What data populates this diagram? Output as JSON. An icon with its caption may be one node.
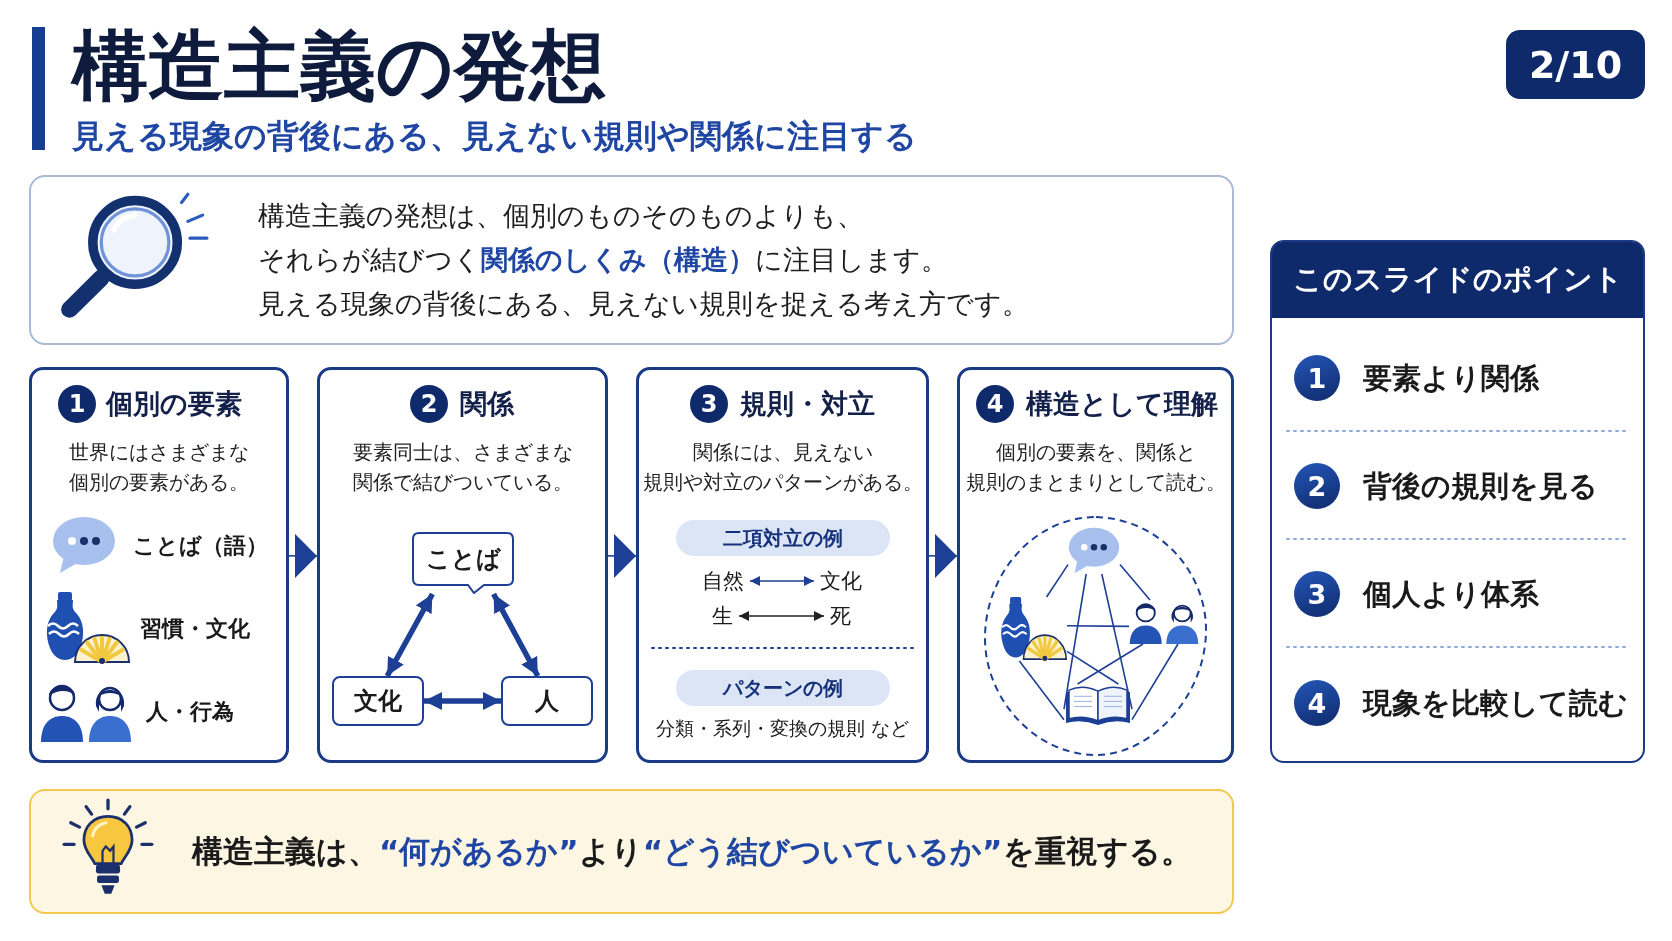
{
  "diagram": {
    "title": "構造主義の発想",
    "nodes": [
      {
        "text": [
          "2/10"
        ]
      },
      {
        "text": [
          "構造主義の発想は、個別のものそのものよりも、それらが結びつく**関係のしくみ（構造）**に注目します。見える現象の背後にある、見えない規則を捉える考え方です。"
        ]
      },
      {
        "text": [
          "個別の要素",
          "世界にはさまざまな個別の要素がある。",
          "ことば（語）",
          "習慣・文化",
          "人・行為"
        ]
      },
      {
        "text": [
          "1"
        ],
        "in": 2
      },
      {
        "text": [
          "関係",
          "要素同士は、さまざまな関係で結びついている。"
        ]
      },
      {
        "text": [
          "2"
        ],
        "in": 4
      },
      {
        "text": [
          "ことば"
        ],
        "in": 4
      },
      {
        "text": [
          "文化"
        ],
        "in": 4
      },
      {
        "text": [
          "人"
        ],
        "in": 4
      },
      {
        "text": [
          "規則・対立",
          "関係には、見えない規則や対立のパターンがある。",
          "分類・系列・変換の規則 など"
        ]
      },
      {
        "text": [
          "3"
        ],
        "in": 9
      },
      {
        "text": [
          "二項対立の例"
        ],
        "in": 9
      },
      {
        "text": [
          "自然"
        ],
        "in": 9
      },
      {
        "text": [
          "文化"
        ],
        "in": 9
      },
      {
        "text": [
          "生"
        ],
        "in": 9
      },
      {
        "text": [
          "死"
        ],
        "in": 9
      },
      {
        "text": [
          "パターンの例"
        ],
        "in": 9
      },
      {
        "text": [
          "構造として理解",
          "個別の要素を、関係と規則のまとまりとして読む。"
        ]
      },
      {
        "text": [
          "4"
        ],
        "in": 17
      },
      {
        "text": [],
        "shape": "picture",
        "in": 17
      },
      {
        "text": [],
        "shape": "picture",
        "in": 17
      },
      {
        "text": [],
        "shape": "picture",
        "in": 17
      },
      {
        "text": [],
        "shape": "picture",
        "in": 17
      },
      {
        "text": [
          "このスライドのポイント",
          "要素より関係",
          "背後の規則を見る",
          "個人より体系",
          "現象を比較して読む"
        ]
      },
      {
        "text": [
          "1"
        ],
        "in": 23
      },
      {
        "text": [
          "2"
        ],
        "in": 23
      },
      {
        "text": [
          "3"
        ],
        "in": 23
      },
      {
        "text": [
          "4"
        ],
        "in": 23
      },
      {
        "text": [
          "構造主義は、**“何があるか”**より**“どう結びついているか”**を重視する。"
        ]
      }
    ],
    "edges": [
      {
        "from": 2,
        "to": 4,
        "arrow": "to"
      },
      {
        "from": 4,
        "to": 9,
        "arrow": "to"
      },
      {
        "from": 9,
        "to": 17,
        "arrow": "to"
      },
      {
        "from": 6,
        "to": 7,
        "arrow": "both",
        "style": "thick"
      },
      {
        "from": 6,
        "to": 8,
        "arrow": "both",
        "style": "thick"
      },
      {
        "from": 7,
        "to": 8,
        "arrow": "both",
        "style": "thick"
      },
      {
        "from": 12,
        "to": 13,
        "arrow": "both"
      },
      {
        "from": 14,
        "to": 15,
        "arrow": "both",
        "color": "#222222"
      },
      {
        "from": 19,
        "to": 20,
        "arrow": "none"
      },
      {
        "from": 19,
        "to": 21,
        "arrow": "none"
      },
      {
        "from": 19,
        "to": 22,
        "arrow": "none"
      },
      {
        "from": 19,
        "to": 22,
        "arrow": "none"
      },
      {
        "from": 20,
        "to": 21,
        "arrow": "none"
      },
      {
        "from": 20,
        "to": 22,
        "arrow": "none"
      },
      {
        "from": 20,
        "to": 22,
        "arrow": "none"
      },
      {
        "from": 21,
        "to": 22,
        "arrow": "none"
      },
      {
        "from": 21,
        "to": 22,
        "arrow": "none"
      }
    ],
    "labels": [
      "見える現象の背後にある、見えない規則や関係に注目する"
    ]
  }
}
